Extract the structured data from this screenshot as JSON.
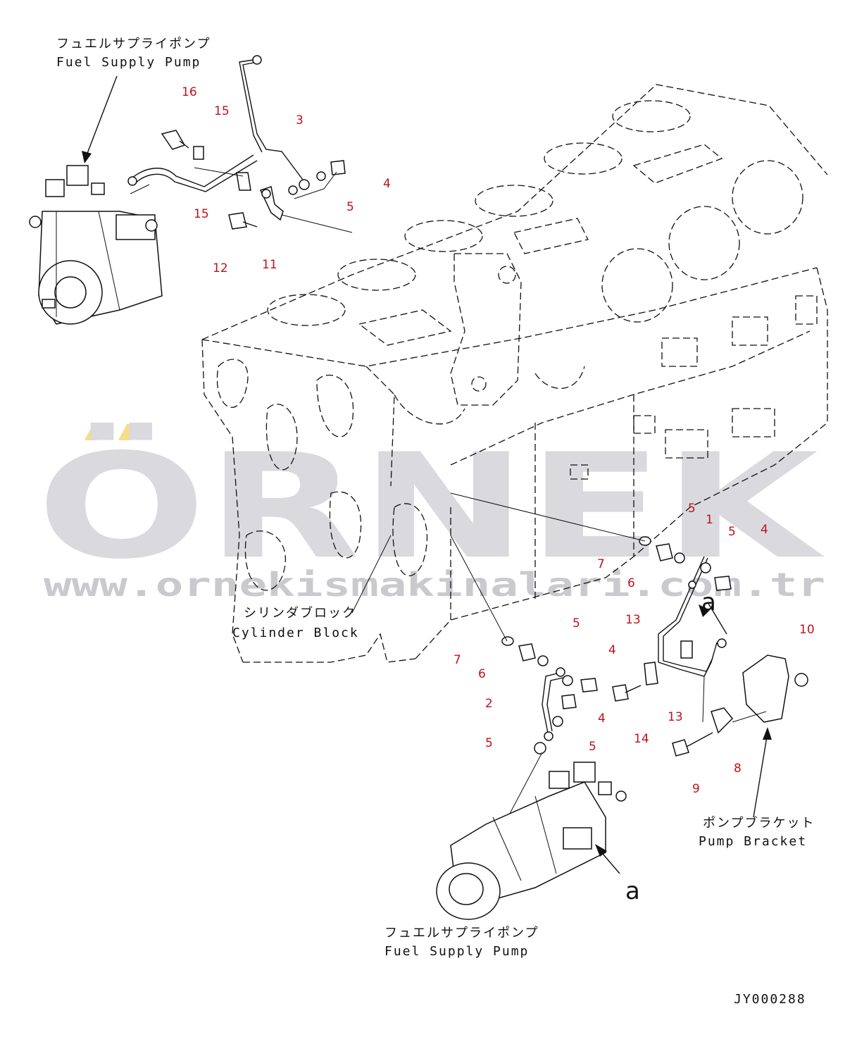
{
  "labels": {
    "fuel_pump_top_jp": "フュエルサプライポンプ",
    "fuel_pump_top_en": "Fuel Supply Pump",
    "cylinder_block_jp": "シリンダブロック",
    "cylinder_block_en": "Cylinder Block",
    "pump_bracket_jp": "ポンプブラケット",
    "pump_bracket_en": "Pump Bracket",
    "fuel_pump_bottom_jp": "フュエルサプライポンプ",
    "fuel_pump_bottom_en": "Fuel Supply Pump",
    "view_marker_upper": "a",
    "view_marker_lower": "a",
    "drawing_code": "JY000288"
  },
  "watermark": {
    "brand": "ÖRNEK",
    "url": "www.ornekismakinalari.com.tr"
  },
  "callouts": [
    "16",
    "15",
    "3",
    "4",
    "5",
    "15",
    "12",
    "11",
    "5",
    "1",
    "5",
    "4",
    "7",
    "6",
    "13",
    "10",
    "5",
    "4",
    "7",
    "6",
    "2",
    "4",
    "13",
    "14",
    "5",
    "5",
    "8",
    "9"
  ],
  "colors": {
    "callout": "#c0121d",
    "line": "#111111",
    "watermark": "#d9d9de",
    "watermark_accent": "#f6dd8c"
  }
}
